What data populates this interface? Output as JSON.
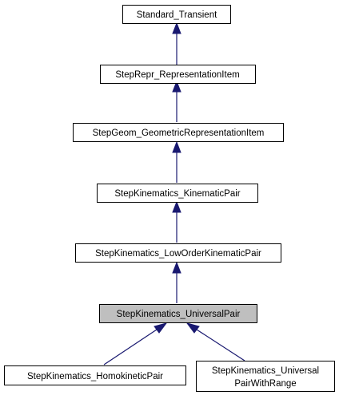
{
  "diagram": {
    "nodes": {
      "standard_transient": {
        "label": "Standard_Transient"
      },
      "representation_item": {
        "label": "StepRepr_RepresentationItem"
      },
      "geometric_representation_item": {
        "label": "StepGeom_GeometricRepresentationItem"
      },
      "kinematic_pair": {
        "label": "StepKinematics_KinematicPair"
      },
      "low_order_kinematic_pair": {
        "label": "StepKinematics_LowOrderKinematicPair"
      },
      "universal_pair": {
        "label": "StepKinematics_UniversalPair"
      },
      "homokinetic_pair": {
        "label": "StepKinematics_HomokineticPair"
      },
      "universal_pair_with_range": {
        "line1": "StepKinematics_Universal",
        "line2": "PairWithRange"
      }
    },
    "colors": {
      "edge": "#191970",
      "current_node_fill": "#bfbfbf",
      "node_fill": "#ffffff",
      "node_border": "#000000"
    }
  }
}
